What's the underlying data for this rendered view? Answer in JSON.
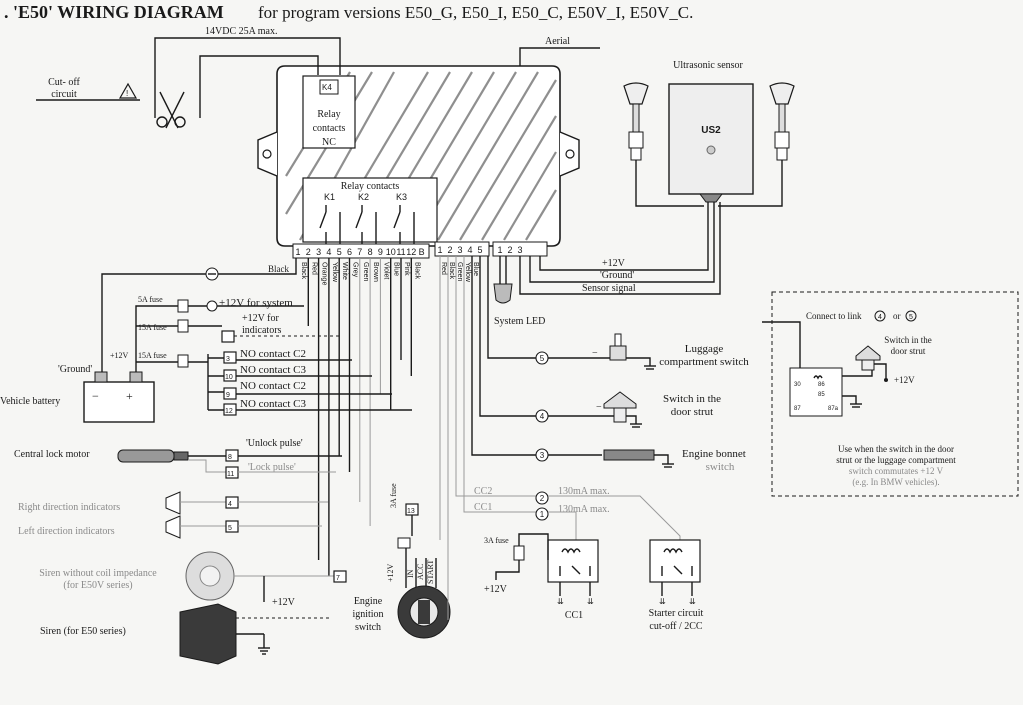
{
  "title": {
    "prefix": ". 'E50' WIRING DIAGRAM",
    "suffix": "for program versions E50_G, E50_I, E50_C, E50V_I, E50V_C."
  },
  "labels": {
    "supply": "14VDC 25A max.",
    "aerial": "Aerial",
    "cutoff": [
      "Cut- off",
      "circuit"
    ],
    "relay_nc": [
      "Relay",
      "contacts",
      "NC"
    ],
    "k4": "K4",
    "relay_contacts": "Relay contacts",
    "k_labels": [
      "K1",
      "K2",
      "K3"
    ],
    "ultrasonic": "Ultrasonic sensor",
    "us2": "US2",
    "pins_main": [
      "1",
      "2",
      "3",
      "4",
      "5",
      "6",
      "7",
      "8",
      "9",
      "10",
      "11",
      "12",
      "B"
    ],
    "pins_mid": [
      "1",
      "2",
      "3",
      "4",
      "5"
    ],
    "pins_sensor": [
      "1",
      "2",
      "3"
    ],
    "wire_colors_main": [
      "Black",
      "Red",
      "Orange",
      "Yellow",
      "White",
      "Grey",
      "Green",
      "Brown",
      "Violet",
      "Blue",
      "Pink",
      "Black"
    ],
    "wire_colors_mid": [
      "Red",
      "Black",
      "Green",
      "Yellow",
      "Blue"
    ],
    "sensor_lines": [
      "+12V",
      "'Ground'",
      "Sensor signal"
    ],
    "black_wire": "Black",
    "fuse_5a": "5A fuse",
    "fuse_15a_1": "15A fuse",
    "fuse_15a_2": "15A fuse",
    "fuse_3a": "3A fuse",
    "fuse_3a_v": "3A fuse",
    "p12v_system": "+12V for system",
    "p12v_ind": [
      "+12V for",
      "indicators"
    ],
    "plus12": "+12V",
    "ground": "'Ground'",
    "battery": "Vehicle battery",
    "no_contacts": [
      "NO contact C2",
      "NO contact C3",
      "NO contact C2",
      "NO contact C3"
    ],
    "system_led": "System LED",
    "luggage_switch": [
      "Luggage",
      "compartment switch"
    ],
    "door_switch": [
      "Switch in the",
      "door strut"
    ],
    "bonnet": [
      "Engine bonnet",
      "switch"
    ],
    "central_lock": "Central lock motor",
    "unlock": "'Unlock pulse'",
    "lock": "'Lock pulse'",
    "right_ind": "Right direction indicators",
    "left_ind": "Left direction indicators",
    "siren_noimp": [
      "Siren without coil impedance",
      "(for E50V series)"
    ],
    "siren_e50": "Siren (for E50 series)",
    "ignition": [
      "Engine",
      "ignition",
      "switch"
    ],
    "ign_terms": [
      "+12V",
      "IN",
      "ACC",
      "START"
    ],
    "cc2": "CC2",
    "cc1": "CC1",
    "ma130_1": "130mA max.",
    "ma130_2": "130mA max.",
    "cc1_label": "CC1",
    "starter": [
      "Starter circuit",
      "cut-off / 2CC"
    ],
    "connect_link": "Connect to link",
    "link_or": "or",
    "circ_nums": [
      "1",
      "2",
      "3",
      "4",
      "5"
    ],
    "small_nums": [
      "3",
      "10",
      "8",
      "9",
      "12",
      "8",
      "11",
      "4",
      "5",
      "7",
      "13"
    ],
    "inset_switch": [
      "Switch in the",
      "door strut"
    ],
    "relay_pins": [
      "30",
      "86",
      "87",
      "85",
      "87a"
    ],
    "inset_note": [
      "Use when the switch in the door",
      "strut or the luggage compartment",
      "switch commutates +12 V",
      "(e.g. In BMW vehicles)."
    ]
  },
  "colors": {
    "ink": "#1a1a1a",
    "paper": "#f6f6f4",
    "faded": "#8a8a8a"
  }
}
